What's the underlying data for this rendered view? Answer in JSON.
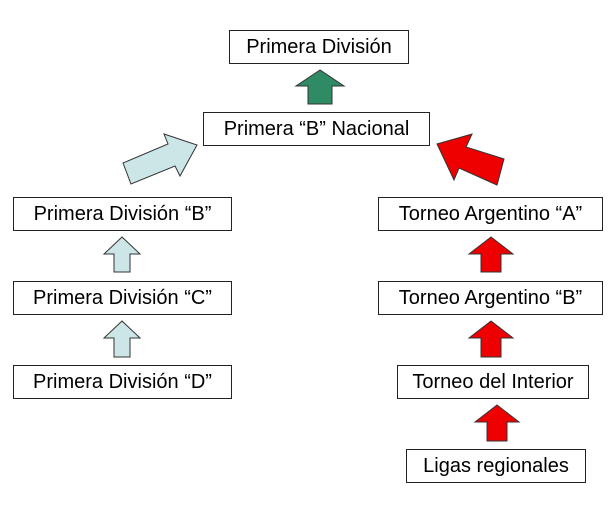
{
  "colors": {
    "top_arrow": "#2e8b63",
    "amateur_arrows": "#cce6e8",
    "interior_arrows": "#ee0000",
    "box_border": "#222222"
  },
  "nodes": {
    "primera": "Primera División",
    "b_nacional": "Primera “B” Nacional",
    "division_b": "Primera División “B”",
    "division_c": "Primera División “C”",
    "division_d": "Primera División “D”",
    "argentino_a": "Torneo Argentino “A”",
    "argentino_b": "Torneo Argentino “B”",
    "interior": "Torneo del Interior",
    "regionales": "Ligas regionales"
  },
  "edges": [
    {
      "from": "b_nacional",
      "to": "primera",
      "color": "top_arrow"
    },
    {
      "from": "division_b",
      "to": "b_nacional",
      "color": "amateur_arrows"
    },
    {
      "from": "division_c",
      "to": "division_b",
      "color": "amateur_arrows"
    },
    {
      "from": "division_d",
      "to": "division_c",
      "color": "amateur_arrows"
    },
    {
      "from": "argentino_a",
      "to": "b_nacional",
      "color": "interior_arrows"
    },
    {
      "from": "argentino_b",
      "to": "argentino_a",
      "color": "interior_arrows"
    },
    {
      "from": "interior",
      "to": "argentino_b",
      "color": "interior_arrows"
    },
    {
      "from": "regionales",
      "to": "interior",
      "color": "interior_arrows"
    }
  ]
}
